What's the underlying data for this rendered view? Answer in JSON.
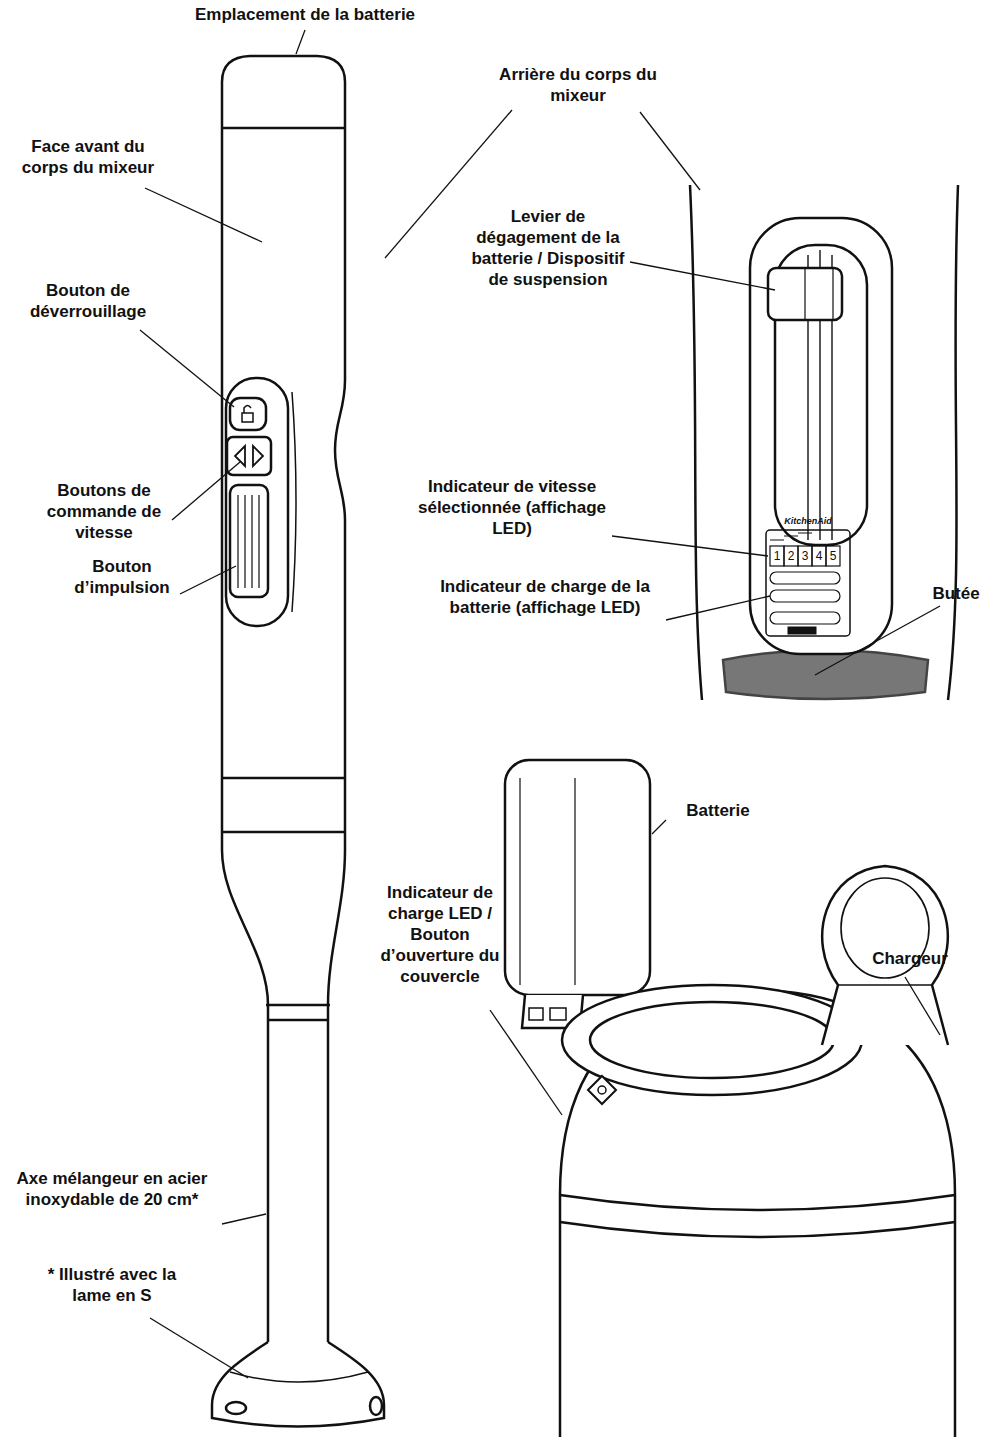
{
  "diagram": {
    "labels": [
      "Emplacement de la batterie",
      "Arrière du corps du mixeur",
      "Face avant du corps du mixeur",
      "Levier de dégagement de la batterie / Dispositif de suspension",
      "Bouton de déverrouillage",
      "Indicateur de vitesse sélectionnée (affichage LED)",
      "Boutons de commande de vitesse",
      "Bouton d’impulsion",
      "Indicateur de charge de la batterie (affichage LED)",
      "Butée",
      "Batterie",
      "Indicateur de charge LED / Bouton d’ouverture du couvercle",
      "Chargeur",
      "Axe mélangeur en acier inoxydable de 20 cm*",
      "* Illustré avec la lame en S",
      "KitchenAid",
      "1",
      "2",
      "3",
      "4",
      "5"
    ]
  }
}
